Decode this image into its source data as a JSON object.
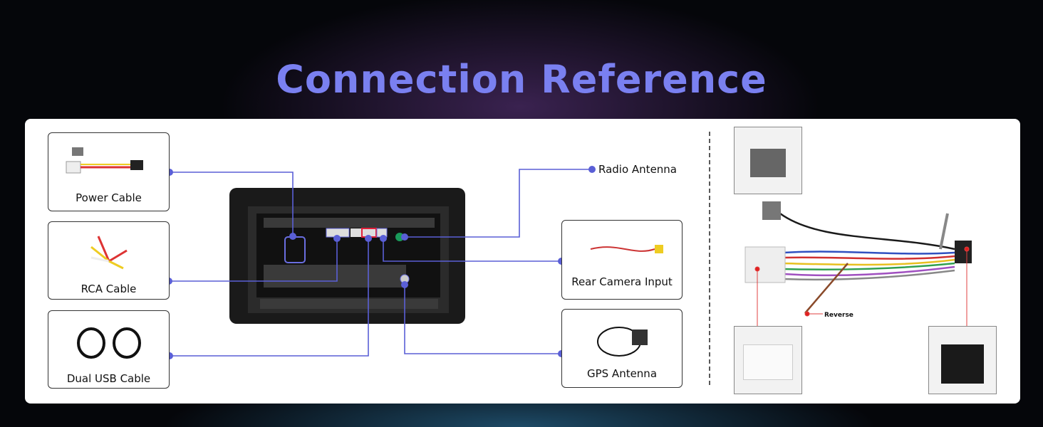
{
  "title": "Connection Reference",
  "left_items": [
    {
      "label": "Power Cable"
    },
    {
      "label": "RCA Cable"
    },
    {
      "label": "Dual USB Cable"
    }
  ],
  "right_items": [
    {
      "label": "Radio Antenna"
    },
    {
      "label": "Rear Camera Input"
    },
    {
      "label": "GPS Antenna"
    }
  ],
  "harness": {
    "reverse_label": "Reverse"
  },
  "colors": {
    "accent": "#5a5fd6",
    "title": "#7a80f0",
    "marker": "#e02020"
  }
}
